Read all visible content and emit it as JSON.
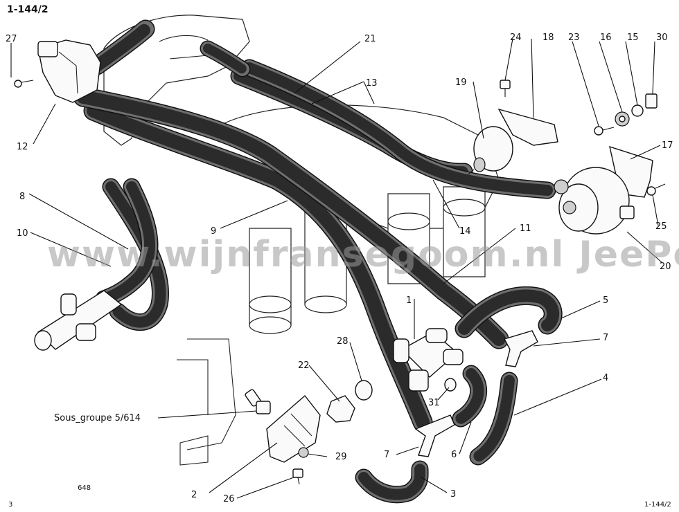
{
  "header": {
    "code": "1-144/2"
  },
  "footer": {
    "left_number": "3",
    "center_number": "648",
    "right_code": "1-144/2"
  },
  "watermark": {
    "text": "www.wijnfransegoom.nl   JeePee"
  },
  "callouts": {
    "c1": "1",
    "c2": "2",
    "c3": "3",
    "c4": "4",
    "c5": "5",
    "c6": "6",
    "c7a": "7",
    "c7b": "7",
    "c8": "8",
    "c9": "9",
    "c10": "10",
    "c11": "11",
    "c12": "12",
    "c13": "13",
    "c14": "14",
    "c15": "15",
    "c16": "16",
    "c17": "17",
    "c18": "18",
    "c19": "19",
    "c20": "20",
    "c21": "21",
    "c22": "22",
    "c23": "23",
    "c24": "24",
    "c25": "25",
    "c26": "26",
    "c27": "27",
    "c28": "28",
    "c29": "29",
    "c30": "30",
    "c31": "31"
  },
  "subgroup_label": "Sous_groupe  5/614",
  "colors": {
    "ink": "#111111",
    "hose": "#6f6f6f",
    "watermark": "#9a9a9a",
    "paper": "#ffffff"
  }
}
